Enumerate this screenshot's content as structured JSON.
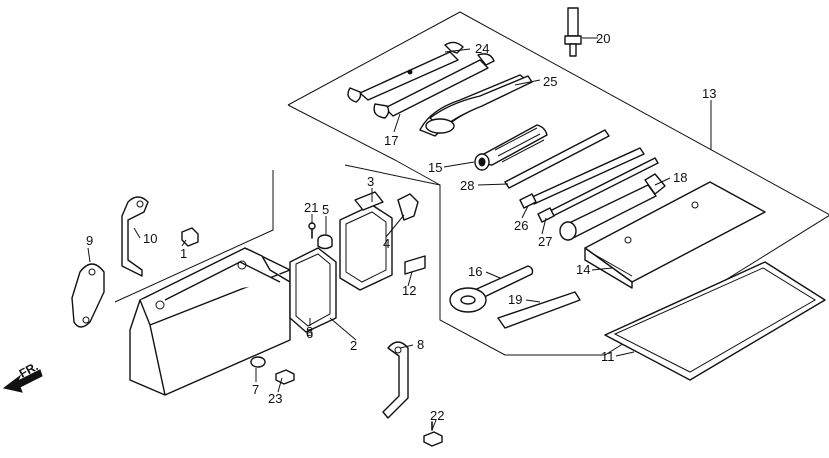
{
  "labels": {
    "p1": "1",
    "p2": "2",
    "p3": "3",
    "p4": "4",
    "p5": "5",
    "p6": "6",
    "p7": "7",
    "p8a": "8",
    "p8b": "8",
    "p9": "9",
    "p10": "10",
    "p11": "11",
    "p12": "12",
    "p13": "13",
    "p14": "14",
    "p15": "15",
    "p16": "16",
    "p17": "17",
    "p18": "18",
    "p19": "19",
    "p20": "20",
    "p21": "21",
    "p22": "22",
    "p23": "23",
    "p24": "24",
    "p25": "25",
    "p26": "26",
    "p27": "27",
    "p28": "28"
  },
  "direction": "FR."
}
